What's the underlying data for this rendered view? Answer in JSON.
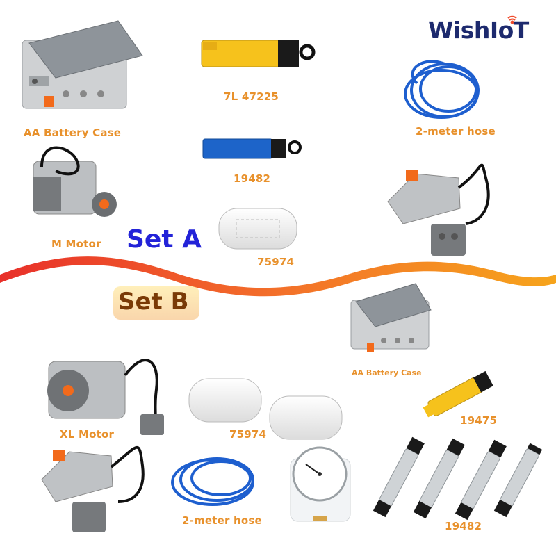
{
  "brand": {
    "logo_text": "WishIoT",
    "color": "#1d2a6e"
  },
  "sets": {
    "set_a": {
      "title": "Set A",
      "title_color": "#2323d8",
      "items": [
        {
          "name": "aa-battery-case",
          "label": "AA Battery Case"
        },
        {
          "name": "pneumatic-cylinder-7l",
          "label": "7L 47225"
        },
        {
          "name": "hose",
          "label": "2-meter hose"
        },
        {
          "name": "pneumatic-cylinder-small",
          "label": "19482"
        },
        {
          "name": "m-motor",
          "label": "M Motor"
        },
        {
          "name": "air-tank",
          "label": "75974"
        },
        {
          "name": "switch",
          "label": ""
        }
      ]
    },
    "set_b": {
      "title": "Set B",
      "title_color": "#f5a623",
      "items": [
        {
          "name": "aa-battery-case",
          "label": "AA Battery Case"
        },
        {
          "name": "xl-motor",
          "label": "XL Motor"
        },
        {
          "name": "air-tanks",
          "label": "75974"
        },
        {
          "name": "pneumatic-pump",
          "label": "19475"
        },
        {
          "name": "switch",
          "label": ""
        },
        {
          "name": "hose",
          "label": "2-meter hose"
        },
        {
          "name": "pressure-gauge",
          "label": ""
        },
        {
          "name": "pneumatic-cylinders",
          "label": "19482"
        }
      ]
    }
  },
  "colors": {
    "label_orange": "#e8912c",
    "divider_red": "#e8302a",
    "divider_orange": "#f6a41c"
  }
}
